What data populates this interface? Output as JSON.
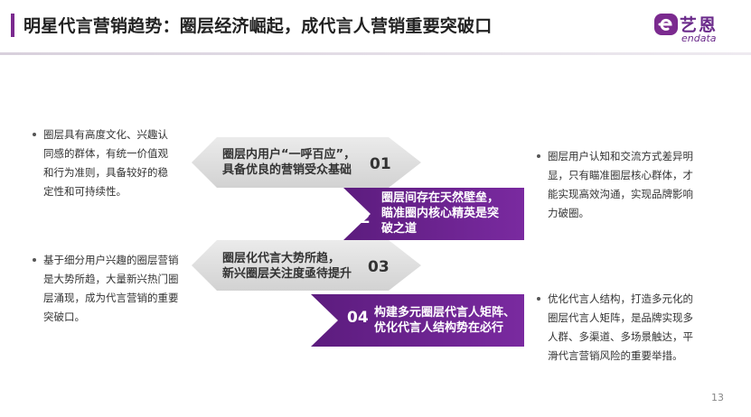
{
  "header": {
    "title": "明星代言营销趋势：圈层经济崛起，成代言人营销重要突破口",
    "logo_cn": "艺恩",
    "logo_en": "endata"
  },
  "colors": {
    "accent": "#7b2a8f",
    "purple_block": "#6e2390",
    "gray_block": "#dedede"
  },
  "steps": [
    {
      "number": "01",
      "line1": "圈层内用户“一呼百应”，",
      "line2": "具备优良的营销受众基础",
      "line3": ""
    },
    {
      "number": "02",
      "line1": "圈层间存在天然壁垒，",
      "line2": "瞄准圈内核心精英是突",
      "line3": "破之道"
    },
    {
      "number": "03",
      "line1": "圈层化代言大势所趋，",
      "line2": "新兴圈层关注度亟待提升",
      "line3": ""
    },
    {
      "number": "04",
      "line1": "构建多元圈层代言人矩阵、",
      "line2": "优化代言人结构势在必行",
      "line3": ""
    }
  ],
  "notes": {
    "left1": [
      "圈层具有高度文化、兴趣认",
      "同感的群体，有统一价值观",
      "和行为准则，具备较好的稳",
      "定性和可持续性。"
    ],
    "left2": [
      "基于细分用户兴趣的圈层营销",
      "是大势所趋，大量新兴热门圈",
      "层涌现，成为代言营销的重要",
      "突破口。"
    ],
    "right1": [
      "圈层用户认知和交流方式差异明",
      "显，只有瞄准圈层核心群体，才",
      "能实现高效沟通，实现品牌影响",
      "力破圈。"
    ],
    "right2": [
      "优化代言人结构，打造多元化的",
      "圈层代言人矩阵，是品牌实现多",
      "人群、多渠道、多场景触达，平",
      "滑代言营销风险的重要举措。"
    ]
  },
  "page_number": "13"
}
